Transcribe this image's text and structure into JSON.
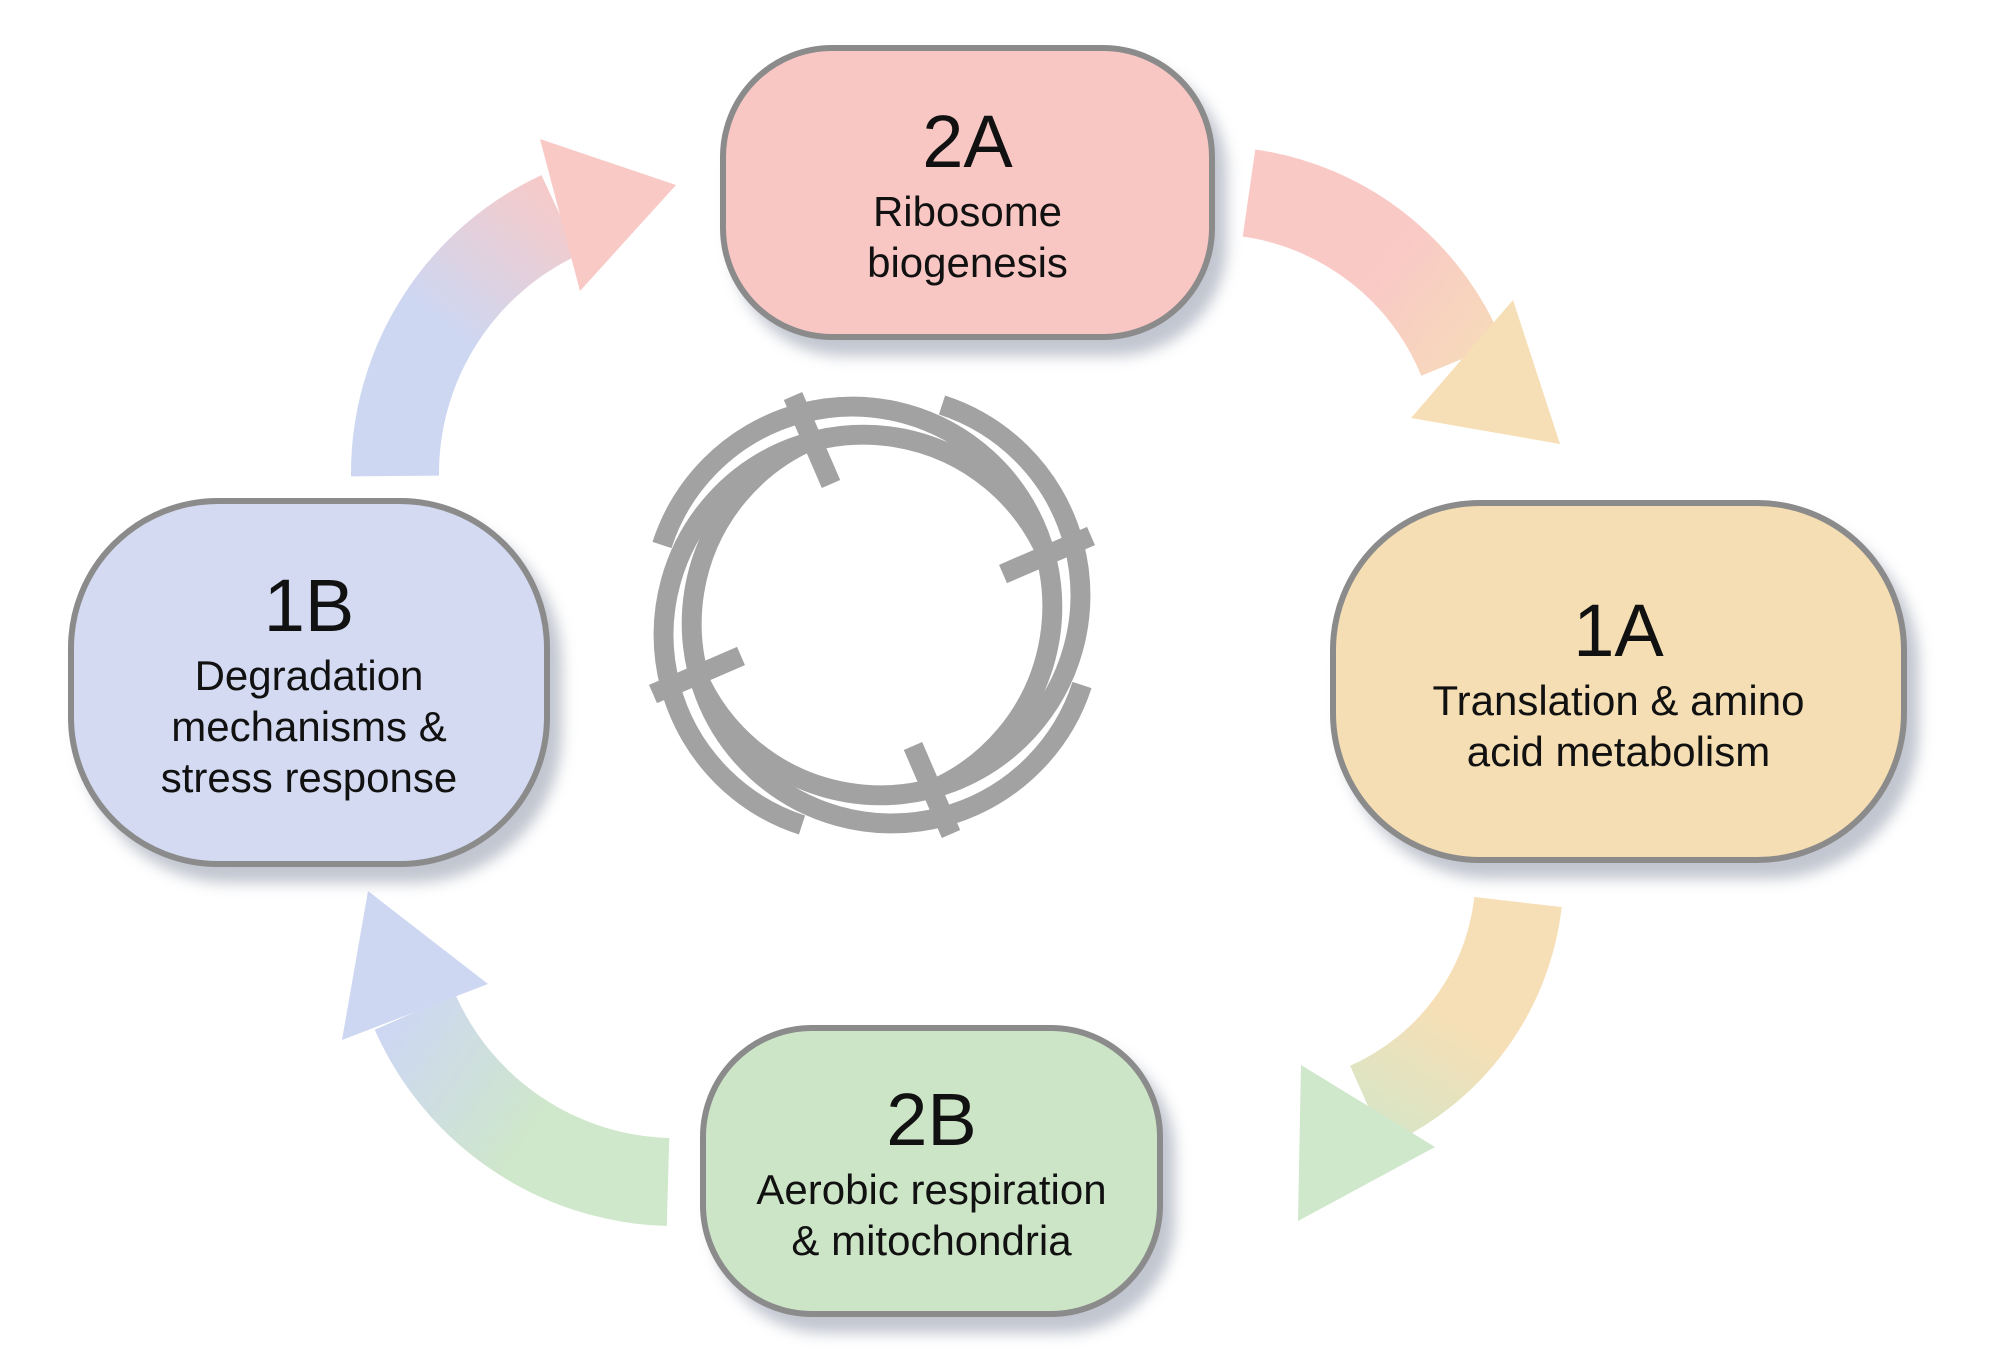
{
  "figure": {
    "kind": "cyclic-regulation-diagram",
    "background": "#ffffff",
    "center_icon": "mutual-inhibition-knot-icon",
    "center_icon_color": "#a2a2a2",
    "flow_direction": "clockwise"
  },
  "nodes": [
    {
      "id": "2A",
      "code": "2A",
      "lines": [
        "Ribosome",
        "biogenesis"
      ],
      "fill": "#f8c7c4",
      "border": "#8b8b8b",
      "position": "top"
    },
    {
      "id": "1A",
      "code": "1A",
      "lines": [
        "Translation & amino",
        "acid metabolism"
      ],
      "fill": "#f5deb3",
      "border": "#8b8b8b",
      "position": "right"
    },
    {
      "id": "2B",
      "code": "2B",
      "lines": [
        "Aerobic respiration",
        "& mitochondria"
      ],
      "fill": "#cde5c7",
      "border": "#8b8b8b",
      "position": "bottom"
    },
    {
      "id": "1B",
      "code": "1B",
      "lines": [
        "Degradation",
        "mechanisms &",
        "stress response"
      ],
      "fill": "#d3daf1",
      "border": "#8b8b8b",
      "position": "left"
    }
  ],
  "arrows": [
    {
      "from": "2A",
      "to": "1A",
      "start_color": "#f9c9c6",
      "end_color": "#f6dfb6"
    },
    {
      "from": "1A",
      "to": "2B",
      "start_color": "#f6dfb6",
      "end_color": "#cfe7ca"
    },
    {
      "from": "2B",
      "to": "1B",
      "start_color": "#cfe7ca",
      "end_color": "#cdd7f2"
    },
    {
      "from": "1B",
      "to": "2A",
      "start_color": "#cdd7f2",
      "end_color": "#f9c9c6"
    }
  ],
  "text_color": "#111111"
}
